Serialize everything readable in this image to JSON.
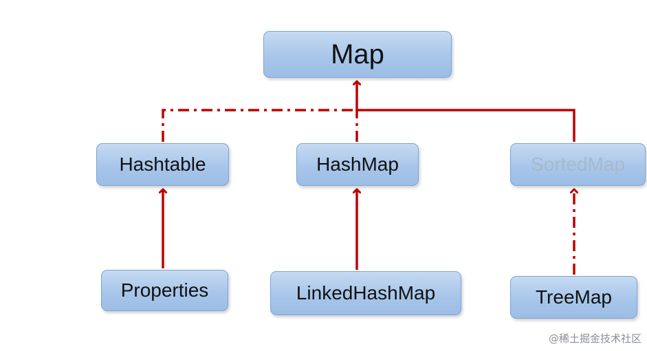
{
  "nodes": {
    "map": "Map",
    "hashtable": "Hashtable",
    "hashmap": "HashMap",
    "sortedmap": "SortedMap",
    "properties": "Properties",
    "linkedhashmap": "LinkedHashMap",
    "treemap": "TreeMap"
  },
  "edges": [
    {
      "from": "hashtable",
      "to": "map",
      "style": "dash-dot"
    },
    {
      "from": "hashmap",
      "to": "map",
      "style": "dash-dot"
    },
    {
      "from": "sortedmap",
      "to": "map",
      "style": "solid"
    },
    {
      "from": "properties",
      "to": "hashtable",
      "style": "solid"
    },
    {
      "from": "linkedhashmap",
      "to": "hashmap",
      "style": "solid"
    },
    {
      "from": "treemap",
      "to": "sortedmap",
      "style": "dash-dot"
    }
  ],
  "colors": {
    "arrow": "#c00000",
    "node_border": "#7aa4d6",
    "node_fill": "#a8c6ea",
    "faded_text": "#a9b8cc"
  },
  "watermark": "@稀土掘金技术社区"
}
